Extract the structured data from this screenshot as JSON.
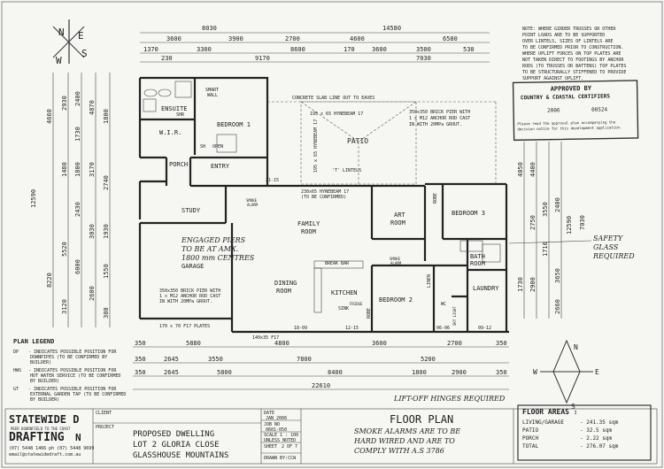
{
  "dims_top": {
    "overall_left": "8030",
    "overall_right": "14580",
    "row1": [
      "3600",
      "3900",
      "2700",
      "4600",
      "6580"
    ],
    "row2": [
      "1370",
      "3300",
      "8600",
      "170",
      "3600",
      "3500",
      "530"
    ],
    "row3": [
      "230",
      "9170",
      "7030"
    ]
  },
  "dims_left": [
    "4660",
    "12590",
    "8220",
    "2930",
    "1480",
    "5520",
    "3120",
    "2400",
    "1730",
    "1800",
    "2430",
    "6000",
    "4870",
    "3170",
    "3030",
    "2600",
    "1800",
    "2740",
    "1930",
    "1550",
    "300"
  ],
  "dims_right": [
    "4050",
    "12590",
    "4400",
    "2750",
    "2900",
    "3550",
    "1710",
    "2400",
    "3650",
    "7030",
    "1730",
    "2660"
  ],
  "dims_bottom": {
    "row1": [
      "350",
      "5880",
      "4800",
      "3600",
      "2700",
      "350"
    ],
    "row2": [
      "350",
      "2645",
      "3550",
      "7800",
      "5200"
    ],
    "row3": [
      "350",
      "2645",
      "5800",
      "8400",
      "1800",
      "2900",
      "350"
    ],
    "overall": "22610"
  },
  "rooms": {
    "ensuite": "ENSUITE",
    "wir": "W.I.R.",
    "bedroom1": "BEDROOM 1",
    "porch": "PORCH",
    "entry": "ENTRY",
    "patio": "PATIO",
    "study": "STUDY",
    "garage": "GARAGE",
    "family": "FAMILY\nROOM",
    "dining": "DINING\nROOM",
    "kitchen": "KITCHEN",
    "art": "ART\nROOM",
    "bedroom3": "BEDROOM 3",
    "bedroom2": "BEDROOM 2",
    "bath": "BATH\nROOM",
    "laundry": "LAUNDRY",
    "breakbar": "BREAK BAR"
  },
  "labels": {
    "smart_wall": "SMART\nWALL",
    "shr": "SHR",
    "sh": "SH",
    "open": "OPEN",
    "slab_note": "CONCRETE SLAB LINE OUT TO EAVES",
    "beam_patio": "195 x 65 HYNEBEAM 17",
    "beam_patio2": "195 x 65 HYNEBEAM 17",
    "pier_note": "350x350 BRICK PIER WITH\n1 x M12 ANCHOR ROD CAST\nIN WITH 20MPa GROUT.",
    "t_lintels": "'T' LINTELS",
    "beam_family": "230x65 HYNEBEAM 17\n(TO BE CONFIRMED)",
    "pier_garage": "350x350 BRICK PIER WITH\n1 x M12 ANCHOR ROD CAST\nIN WITH 20MPa GROUT.",
    "plates_garage": "170 x 70 F17 PLATES",
    "plates_bottom": "140x35 F17",
    "smoke_alarm": "SMOKE\nALARM",
    "linen": "LINEN",
    "robe": "ROBE",
    "sink": "SINK",
    "wc": "WC",
    "skylight": "SKY LIGHT",
    "fridge": "FRIDGE",
    "door_ref1": "21-15",
    "door_ref2": "18-09",
    "door_ref3": "12-15",
    "door_ref4": "09-12",
    "door_ref5": "06-06"
  },
  "handwritten": {
    "garage_note": "ENGAGED PIERS\nTO BE AT AMX.\n1800 mm CENTRES",
    "safety_glass": "SAFETY\nGLASS\nREQUIRED",
    "lift_off": "LIFT-OFF HINGES REQUIRED",
    "smoke_note": "SMOKE ALARMS ARE TO BE\nHARD WIRED AND ARE TO\nCOMPLY WITH A.S 3786"
  },
  "truss_notes": "NOTE: WHERE GIRDER TRUSSES OR OTHER\nPOINT LOADS ARE TO BE SUPPORTED\nOVER LINTELS, SIZES OF LINTELS ARE\nTO BE CONFIRMED PRIOR TO CONSTRUCTION.\nWHERE UPLIFT FORCES ON TOP PLATES ARE\nNOT TAKEN DIRECT TO FOOTINGS BY ANCHOR\nRODS (TO TRUSSES OR BATTENS) TOP PLATES\nTO BE STRUCTURALLY STIFFENED TO PROVIDE\nSUPPORT AGAINST UPLIFT.",
  "stamp": {
    "title": "APPROVED BY\nCOUNTRY & COASTAL CERTIFIERS",
    "number_a": "2006",
    "number_b": "00524",
    "text": "Please read the approval plan accompanying the\ndecision notice for this development application."
  },
  "plan_legend": {
    "heading": "PLAN LEGEND",
    "items": [
      {
        "symbol": "DP",
        "text": "INDICATES POSSIBLE POSITION FOR\nDOWNPIPES (TO BE CONFIRMED BY\nBUILDER)"
      },
      {
        "symbol": "HWS",
        "text": "INDICATES POSSIBLE POSITION FOR\nHOT WATER SERVICE (TO BE CONFIRMED\nBY BUILDER)"
      },
      {
        "symbol": "GT",
        "text": "INDICATES POSSIBLE POSITION FOR\nEXTERNAL GARDEN TAP (TO BE CONFIRMED\nBY BUILDER)"
      }
    ]
  },
  "title_block": {
    "company_1": "STATEWIDE D",
    "company_2": "DRAFTING",
    "company_3": "N",
    "address": "PEER DOORNFIELD TO THE COAST",
    "contact": "(07) 5448 1466 ph (07) 5448 9699\nemail@statewidedraft.com.au",
    "client_label": "CLIENT",
    "project_label": "PROJECT",
    "project_lines": [
      "PROPOSED DWELLING",
      "LOT 2 GLORIA CLOSE",
      "GLASSHOUSE MOUNTAINS"
    ],
    "date_label": "DATE",
    "date_value": "JAN 2006",
    "job_label": "JOB NO",
    "job_value": "0601-050",
    "scale_label": "SCALE 1 : 100\nUNLESS NOTED",
    "sheet_label": "SHEET",
    "sheet_value": "2 OF 7",
    "drawn_label": "DRAWN BY:CCW",
    "sheet_title": "FLOOR PLAN"
  },
  "floor_areas": {
    "heading": "FLOOR AREAS :",
    "rows": [
      {
        "name": "LIVING/GARAGE",
        "value": "- 241.35 sqm"
      },
      {
        "name": "PATIO",
        "value": "- 32.5 sqm"
      },
      {
        "name": "PORCH",
        "value": "- 2.22 sqm"
      },
      {
        "name": "TOTAL",
        "value": "- 276.07 sqm"
      }
    ]
  },
  "north": {
    "n": "N",
    "e": "E",
    "s": "S",
    "w": "W"
  }
}
